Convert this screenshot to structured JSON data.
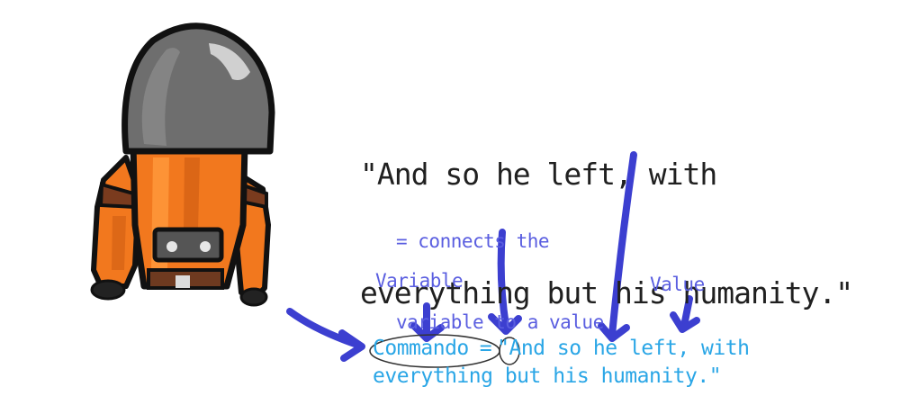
{
  "quote": {
    "line1": "\"And so he left, with",
    "line2": "everything but his humanity.\""
  },
  "note_equals": {
    "line1": "= connects the",
    "line2": "variable to a value"
  },
  "label_variable": "Variable",
  "label_value": "Value",
  "code": {
    "variable": "Commando",
    "operator": "=",
    "value_line1": "\"And so he left, with",
    "value_line2": "everything but his humanity.\""
  },
  "colors": {
    "annotation_text": "#5a5ee0",
    "arrow": "#3c3fd0",
    "code_text": "#2aa6e6",
    "quote_text": "#202020",
    "robot_body": "#f2781e",
    "robot_head": "#6e6e6e"
  }
}
